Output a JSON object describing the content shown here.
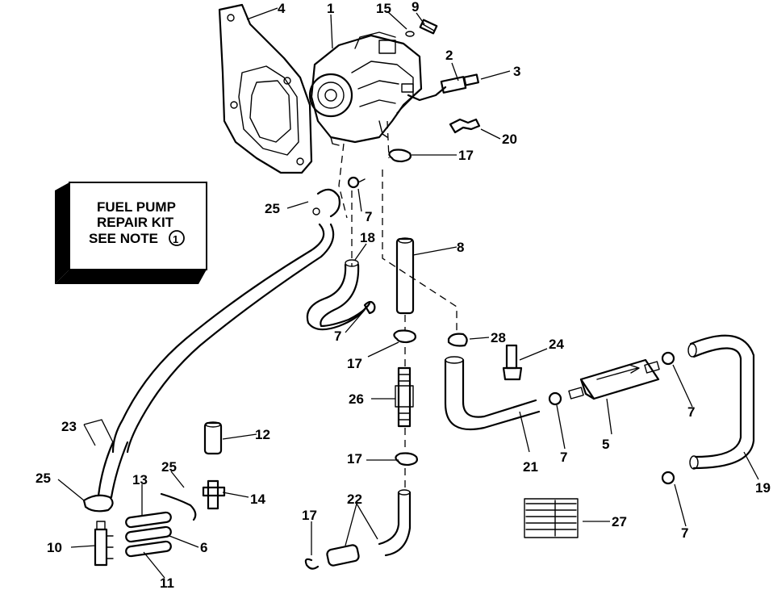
{
  "note_box": {
    "line1": "FUEL PUMP",
    "line2": "REPAIR KIT",
    "line3": "SEE NOTE",
    "note_number": "1"
  },
  "callouts": {
    "c1": "1",
    "c2": "2",
    "c3": "3",
    "c4": "4",
    "c5": "5",
    "c6": "6",
    "c7a": "7",
    "c7b": "7",
    "c7c": "7",
    "c7d": "7",
    "c7e": "7",
    "c8": "8",
    "c9": "9",
    "c10": "10",
    "c11": "11",
    "c12": "12",
    "c13": "13",
    "c14": "14",
    "c15": "15",
    "c17a": "17",
    "c17b": "17",
    "c17c": "17",
    "c17d": "17",
    "c18": "18",
    "c19": "19",
    "c20": "20",
    "c21": "21",
    "c22": "22",
    "c23": "23",
    "c24": "24",
    "c25a": "25",
    "c25b": "25",
    "c25c": "25",
    "c26": "26",
    "c27": "27",
    "c28": "28"
  }
}
